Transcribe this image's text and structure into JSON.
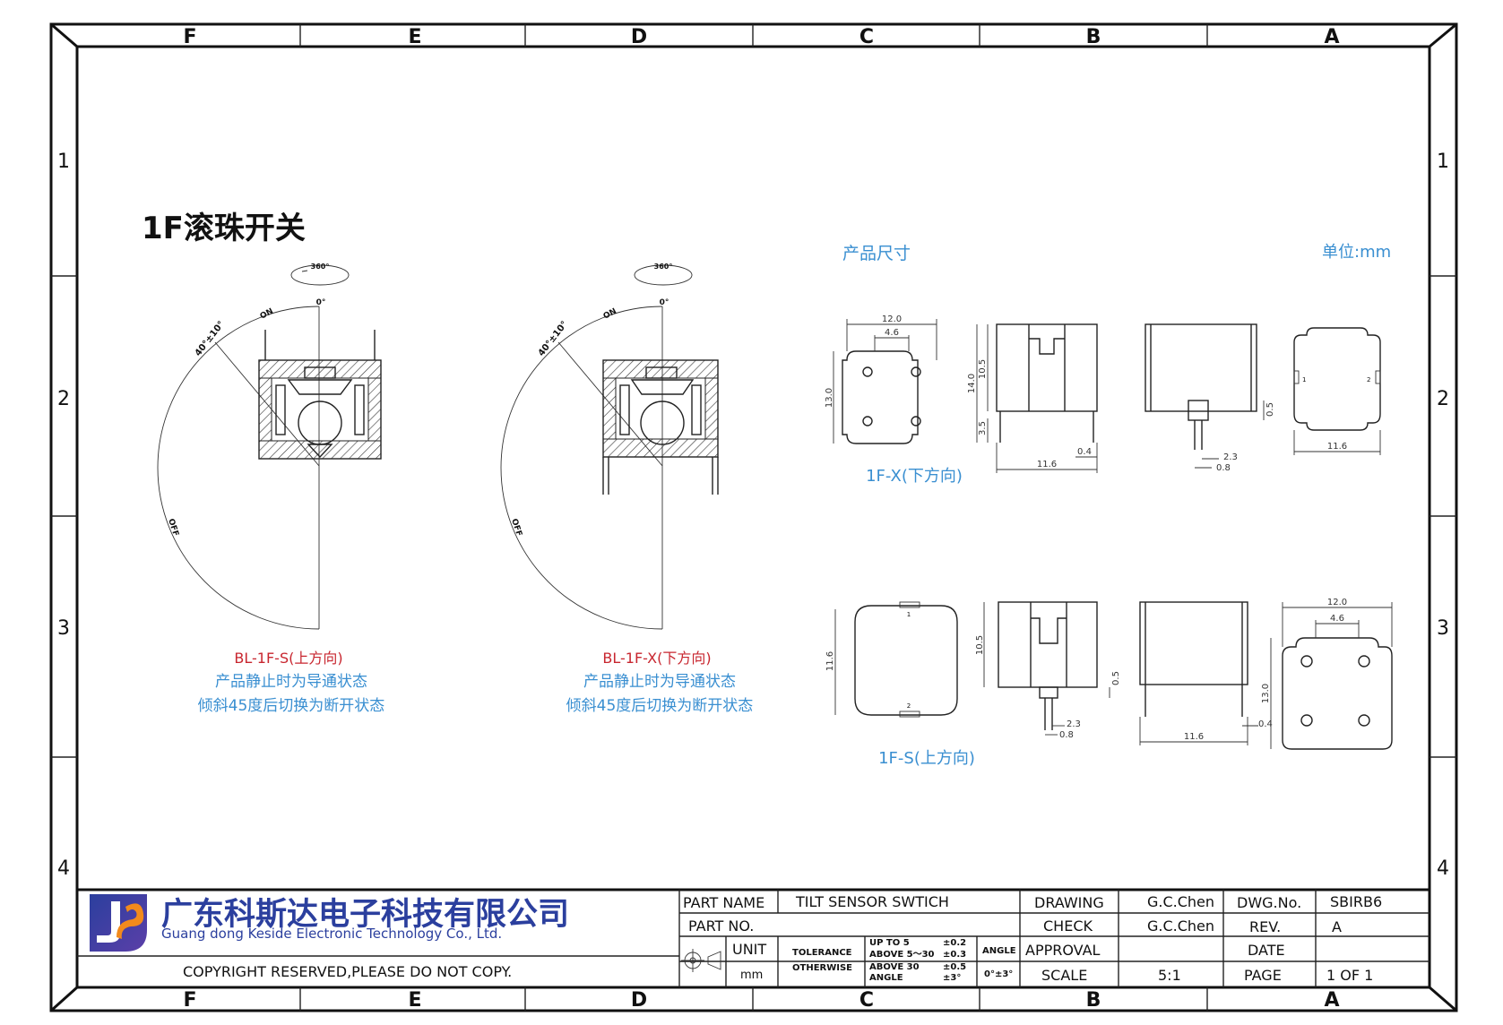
{
  "zones": {
    "columns": [
      "F",
      "E",
      "D",
      "C",
      "B",
      "A"
    ],
    "rows": [
      "1",
      "2",
      "3",
      "4"
    ]
  },
  "title": "1F滚珠开关",
  "section_label": "产品尺寸",
  "unit_label": "单位:mm",
  "left_diagrams": [
    {
      "rotation": "360°",
      "zero": "0°",
      "on": "ON",
      "off": "OFF",
      "angle": "40°±10°",
      "model": "BL-1F-S(上方向)",
      "desc1": "产品静止时为导通状态",
      "desc2": "倾斜45度后切换为断开状态"
    },
    {
      "rotation": "360°",
      "zero": "0°",
      "on": "ON",
      "off": "OFF",
      "angle": "40°±10°",
      "model": "BL-1F-X(下方向)",
      "desc1": "产品静止时为导通状态",
      "desc2": "倾斜45度后切换为断开状态"
    }
  ],
  "views_x": {
    "label": "1F-X(下方向)",
    "dims": {
      "width_12": "12.0",
      "width_46": "4.6",
      "height_13": "13.0",
      "height_14": "14.0",
      "height_105": "10.5",
      "height_35": "3.5",
      "pin_04": "0.4",
      "width_116_front": "11.6",
      "pin_05": "0.5",
      "pin_23": "2.3",
      "pin_08": "0.8",
      "width_116_side": "11.6",
      "pin1": "1",
      "pin2": "2"
    }
  },
  "views_s": {
    "label": "1F-S(上方向)",
    "dims": {
      "height_116": "11.6",
      "height_105": "10.5",
      "pin_05": "0.5",
      "pin_23": "2.3",
      "pin_08": "0.8",
      "width_116": "11.6",
      "pin_04": "0.4",
      "width_12": "12.0",
      "width_46": "4.6",
      "height_13": "13.0",
      "pin1": "1",
      "pin2": "2"
    }
  },
  "title_block": {
    "company_cn": "广东科斯达电子科技有限公司",
    "company_en": "Guang dong Keside  Electronic Technology Co., Ltd.",
    "copyright": "COPYRIGHT  RESERVED,PLEASE  DO  NOT  COPY.",
    "part_name_label": "PART  NAME",
    "part_name_value": "TILT  SENSOR  SWTICH",
    "part_no_label": "PART  NO.",
    "unit_label": "UNIT",
    "unit_value": "mm",
    "tolerance": "TOLERANCE",
    "otherwise": "OTHERWISE",
    "tol_upto": "UP  TO  5",
    "tol_upto_val": "±0.2",
    "tol_above5": "ABOVE  5～30",
    "tol_above5_val": "±0.3",
    "tol_above30": "ABOVE  30",
    "tol_above30_val": "±0.5",
    "tol_angle_word": "ANGLE",
    "tol_angle_val": "±3°",
    "angle_label": "ANGLE",
    "angle_value": "0°±3°",
    "drawing_label": "DRAWING",
    "drawing_value": "G.C.Chen",
    "check_label": "CHECK",
    "check_value": "G.C.Chen",
    "approval_label": "APPROVAL",
    "scale_label": "SCALE",
    "scale_value": "5:1",
    "dwg_no_label": "DWG.No.",
    "dwg_no_value": "SBIRB6",
    "rev_label": "REV.",
    "rev_value": "A",
    "date_label": "DATE",
    "page_label": "PAGE",
    "page_value": "1  OF  1"
  }
}
